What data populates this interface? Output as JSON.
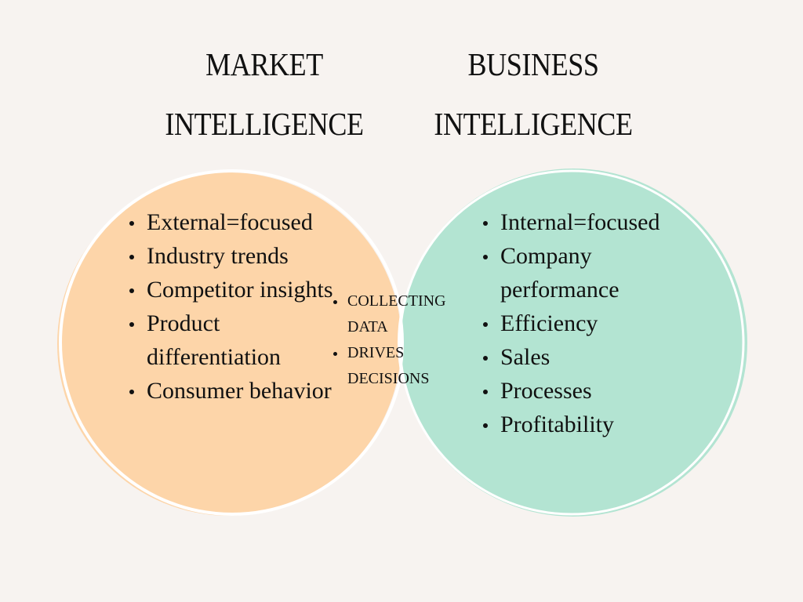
{
  "titles": {
    "left": {
      "line1": "MARKET",
      "line2": "INTELLIGENCE"
    },
    "right": {
      "line1": "BUSINESS",
      "line2": "INTELLIGENCE"
    }
  },
  "colors": {
    "background": "#f7f3f0",
    "left_circle": "#fdd5a9",
    "right_circle": "#b3e4d2",
    "intersection": "#ffffff",
    "text": "#111111"
  },
  "left_set": {
    "label": "Market Intelligence",
    "items": [
      "External=focused",
      "Industry trends",
      "Competitor insights",
      "Product differentiation",
      "Consumer behavior"
    ]
  },
  "right_set": {
    "label": "Business Intelligence",
    "items": [
      "Internal=focused",
      "Company performance",
      "Efficiency",
      "Sales",
      "Processes",
      "Profitability"
    ]
  },
  "intersection": {
    "items": [
      "COLLECTING DATA",
      "DRIVES DECISIONS"
    ]
  }
}
